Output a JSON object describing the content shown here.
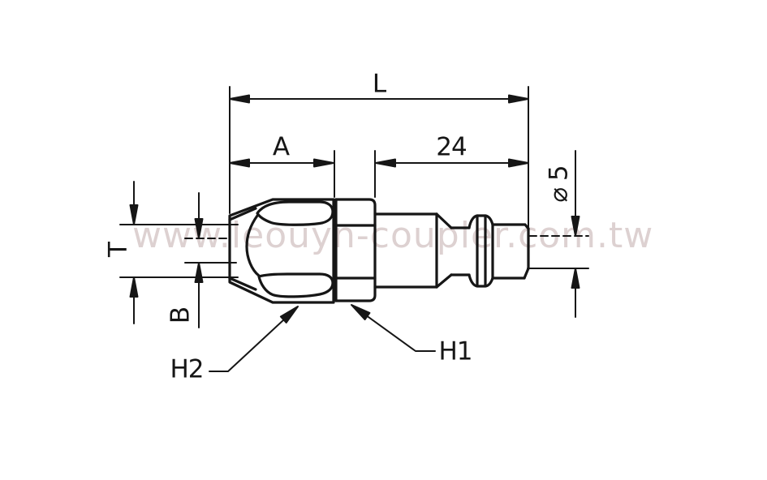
{
  "watermark": "www.leouyn-coupler.com.tw",
  "labels": {
    "overall_length": "L",
    "dim_a": "A",
    "plug_length": "24",
    "tip_diameter": "⌀ 5",
    "dim_t": "T",
    "dim_b": "B",
    "hex_h2": "H2",
    "hex_h1": "H1"
  },
  "colors": {
    "line": "#161616",
    "watermark": "#ddd1d1",
    "background": "#ffffff"
  }
}
